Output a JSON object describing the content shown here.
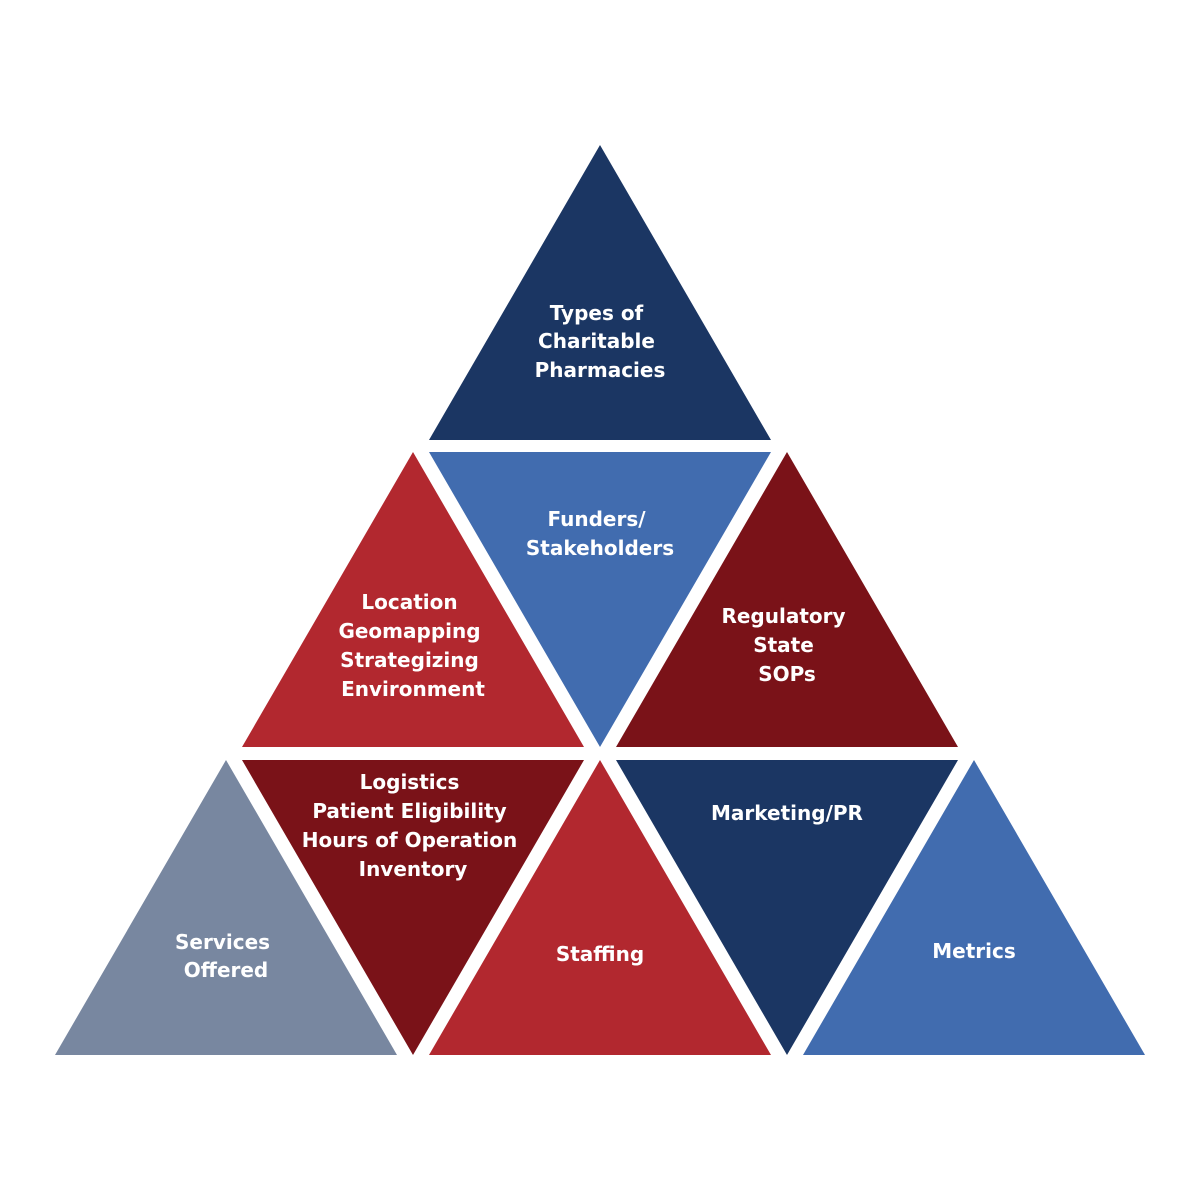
{
  "colors": {
    "background": "#ffffff",
    "navy": "#1b3663",
    "medium_blue": "#416caf",
    "red": "#b2282f",
    "dark_red": "#7a1218",
    "slate": "#7887a0",
    "text": "#ffffff"
  },
  "triangles": {
    "top": {
      "lines": [
        "Types of",
        "Charitable",
        "Pharmacies"
      ],
      "color": "#1b3663"
    },
    "funders": {
      "lines": [
        "Funders/",
        "Stakeholders"
      ],
      "color": "#416caf"
    },
    "location": {
      "lines": [
        "Location",
        "Geomapping",
        "Strategizing",
        "Environment"
      ],
      "color": "#b2282f"
    },
    "regulatory": {
      "lines": [
        "Regulatory",
        "State",
        "SOPs"
      ],
      "color": "#7a1218"
    },
    "services": {
      "lines": [
        "Services",
        "Offered"
      ],
      "color": "#7887a0"
    },
    "logistics": {
      "lines": [
        "Logistics",
        "Patient Eligibility",
        "Hours of Operation",
        "Inventory"
      ],
      "color": "#7a1218"
    },
    "staffing": {
      "lines": [
        "Staffing"
      ],
      "color": "#b2282f"
    },
    "marketing": {
      "lines": [
        "Marketing/PR"
      ],
      "color": "#1b3663"
    },
    "metrics": {
      "lines": [
        "Metrics"
      ],
      "color": "#416caf"
    }
  }
}
